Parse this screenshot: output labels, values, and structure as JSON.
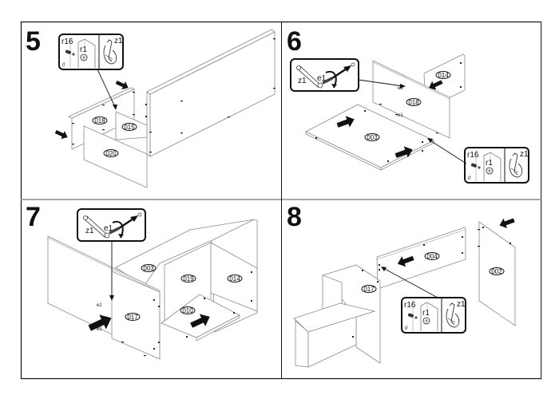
{
  "document": {
    "type": "furniture assembly instructions",
    "colors": {
      "ink": "#111111",
      "panel_edge": "#8a8a8a",
      "divider": "#8c8c8c",
      "background": "#ffffff"
    }
  },
  "steps": [
    {
      "number": "5",
      "parts": [
        "018",
        "015",
        "020"
      ],
      "callouts": [
        {
          "type": "cam-lock",
          "labels": {
            "bolt": "r16",
            "cam": "r1",
            "tool": "z1",
            "orientation": "0"
          }
        }
      ],
      "push_arrows": 2
    },
    {
      "number": "6",
      "parts": [
        "014",
        "018",
        "003"
      ],
      "callouts": [
        {
          "type": "wrench-insert",
          "labels": {
            "tool": "z1",
            "fastener": "e1"
          }
        },
        {
          "type": "cam-lock",
          "labels": {
            "bolt": "r16",
            "cam": "r1",
            "tool": "z1",
            "orientation": "0"
          }
        }
      ],
      "push_arrows": 3,
      "hole_marks": [
        "e1",
        "e1"
      ]
    },
    {
      "number": "7",
      "parts": [
        "003",
        "019",
        "014",
        "017",
        "010"
      ],
      "callouts": [
        {
          "type": "wrench-insert",
          "labels": {
            "tool": "z1",
            "fastener": "e1"
          }
        }
      ],
      "push_arrows": 2,
      "hole_marks": [
        "e1",
        "e1"
      ]
    },
    {
      "number": "8",
      "parts": [
        "004",
        "002",
        "017"
      ],
      "callouts": [
        {
          "type": "cam-lock",
          "labels": {
            "bolt": "r16",
            "cam": "r1",
            "tool": "z1",
            "orientation": "0"
          }
        }
      ],
      "push_arrows": 2
    }
  ]
}
